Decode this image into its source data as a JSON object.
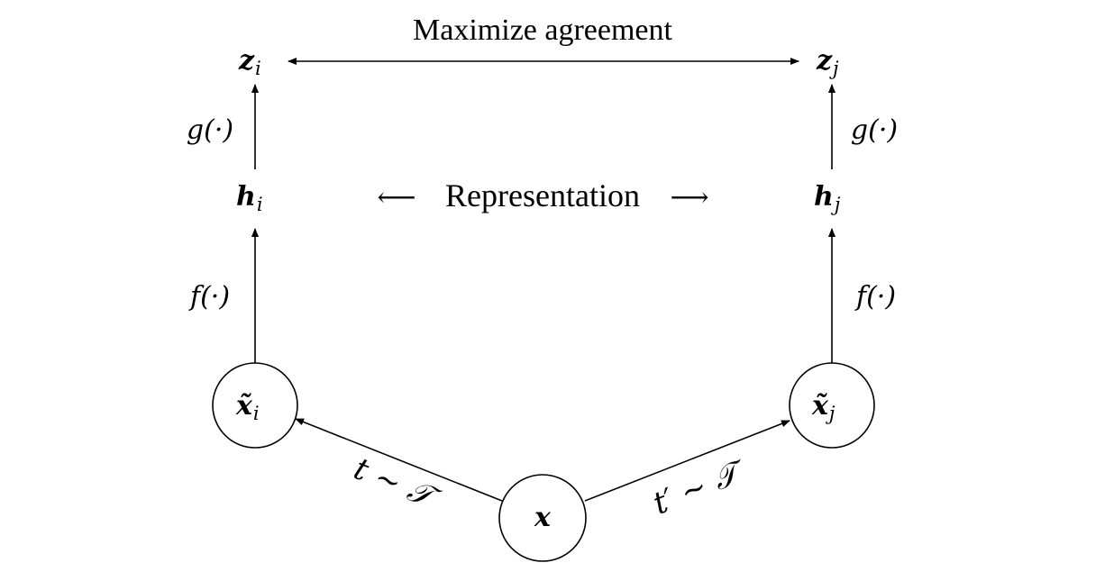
{
  "labels": {
    "maximize": "Maximize agreement",
    "representation": "Representation",
    "rep_arrow_left": "⟵",
    "rep_arrow_right": "⟶",
    "z_i_base": "z",
    "z_i_sub": "i",
    "z_j_base": "z",
    "z_j_sub": "j",
    "h_i_base": "h",
    "h_i_sub": "i",
    "h_j_base": "h",
    "h_j_sub": "j",
    "x_i_base": "x̃",
    "x_i_sub": "i",
    "x_j_base": "x̃",
    "x_j_sub": "j",
    "x_base": "x",
    "g_left": "g(·)",
    "g_right": "g(·)",
    "f_left": "f(·)",
    "f_right": "f(·)",
    "t_left": "t ∼ 𝒯",
    "t_right": "t′ ∼ 𝒯"
  }
}
